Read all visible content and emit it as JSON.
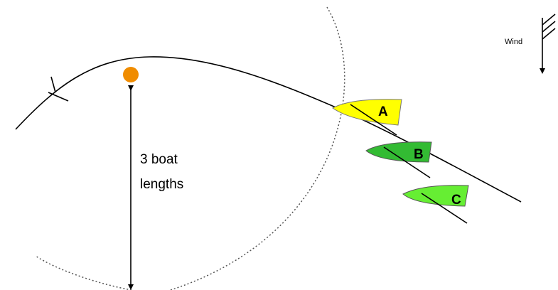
{
  "wind": {
    "label": "Wind"
  },
  "distance": {
    "line1": "3 boat",
    "line2": "lengths"
  },
  "boats": [
    {
      "id": "A",
      "label": "A",
      "color": "#ffff00"
    },
    {
      "id": "B",
      "label": "B",
      "color": "#33bb33"
    },
    {
      "id": "C",
      "label": "C",
      "color": "#66ee33"
    }
  ],
  "mark": {
    "color": "#f08c00"
  },
  "colors": {
    "line": "#000000",
    "circle": "#555555"
  }
}
